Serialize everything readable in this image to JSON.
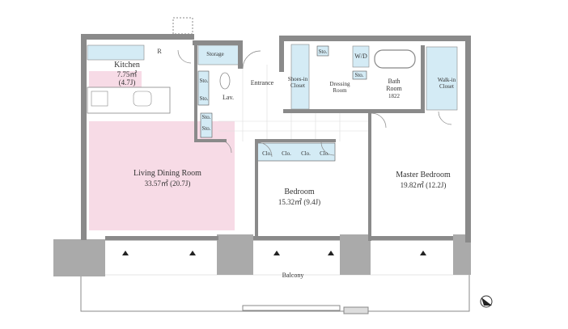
{
  "rooms": {
    "kitchen": {
      "name": "Kitchen",
      "area": "7.75㎡",
      "tatami": "(4.7J)"
    },
    "refrigerator": "R",
    "storage": "Storage",
    "lavatory": "Lav.",
    "entrance": "Entrance",
    "shoes_in_closet": [
      "Shoes-in",
      "Closet"
    ],
    "dressing_room": [
      "Dressing",
      "Room"
    ],
    "wd": "W/D",
    "bath_room": [
      "Bath",
      "Room",
      "1822"
    ],
    "walk_in_closet": [
      "Walk-in",
      "Closet"
    ],
    "living": {
      "name": "Living Dining Room",
      "area": "33.57㎡ (20.7J)"
    },
    "bedroom": {
      "name": "Bedroom",
      "area": "15.32㎡ (9.4J)"
    },
    "master": {
      "name": "Master Bedroom",
      "area": "19.82㎡ (12.2J)"
    },
    "balcony": "Balcony",
    "sto": "Sto.",
    "clo": "Clo."
  },
  "colors": {
    "wall": "#8a8a8a",
    "storage": "#d4ebf5",
    "living_highlight": "#f7dbe6"
  }
}
